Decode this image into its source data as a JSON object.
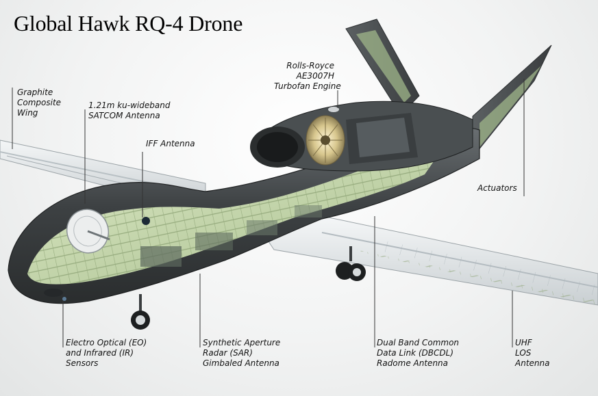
{
  "title": "Global Hawk RQ-4 Drone",
  "callouts": {
    "wing": [
      "Graphite",
      "Composite",
      "Wing"
    ],
    "satcom": [
      "1.21m ku-wideband",
      "SATCOM Antenna"
    ],
    "iff": [
      "IFF Antenna"
    ],
    "engine": [
      "Rolls-Royce",
      "AE3007H",
      "Turbofan Engine"
    ],
    "actuators": [
      "Actuators"
    ],
    "eo_ir": [
      "Electro Optical (EO)",
      "and Infrared (IR)",
      "Sensors"
    ],
    "sar": [
      "Synthetic Aperture",
      "Radar (SAR)",
      "Gimbaled Antenna"
    ],
    "dbcdl": [
      "Dual Band Common",
      "Data Link (DBCDL)",
      "Radome Antenna"
    ],
    "uhf": [
      "UHF",
      "LOS",
      "Antenna"
    ]
  },
  "colors": {
    "fuselage": "#4b4f51",
    "cutaway": "#c9dcae",
    "wing": "#dfe3e5",
    "leader": "#333333"
  }
}
